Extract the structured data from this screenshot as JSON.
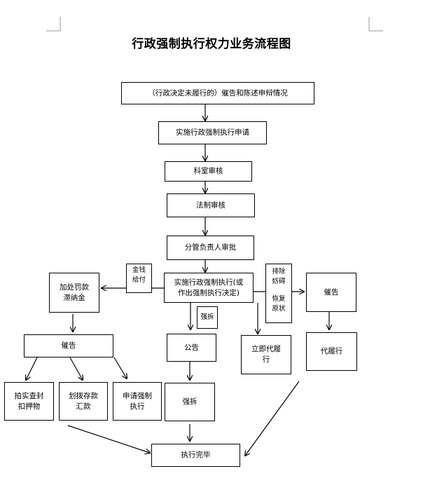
{
  "title": "行政强制执行权力业务流程图",
  "nodes": {
    "n1": "（行政决定未履行的）催告和陈述申辩情况",
    "n2": "实施行政强制执行申请",
    "n3": "科室审核",
    "n4": "法制审核",
    "n5": "分管负责人审批",
    "n6_line1": "实施行政强制执行(或",
    "n6_line2": "作出强制执行决定)",
    "fine_line1": "加处罚款",
    "fine_line2": "滞纳金",
    "urge_left": "催告",
    "auction_line1": "拍实查封",
    "auction_line2": "扣押物",
    "transfer_line1": "划拨存款",
    "transfer_line2": "汇款",
    "apply_line1": "申请强制",
    "apply_line2": "执行",
    "announce": "公告",
    "demolish": "强拆",
    "immediate_line1": "立即代履",
    "immediate_line2": "行",
    "urge_right": "催告",
    "proxy": "代履行",
    "done": "执行完毕"
  },
  "notes": {
    "money_line1": "金钱",
    "money_line2": "给付",
    "demolish_tag": "强拆",
    "obstacle_line1": "排除",
    "obstacle_line2": "妨碍",
    "restore_line1": "恢复",
    "restore_line2": "原状"
  }
}
